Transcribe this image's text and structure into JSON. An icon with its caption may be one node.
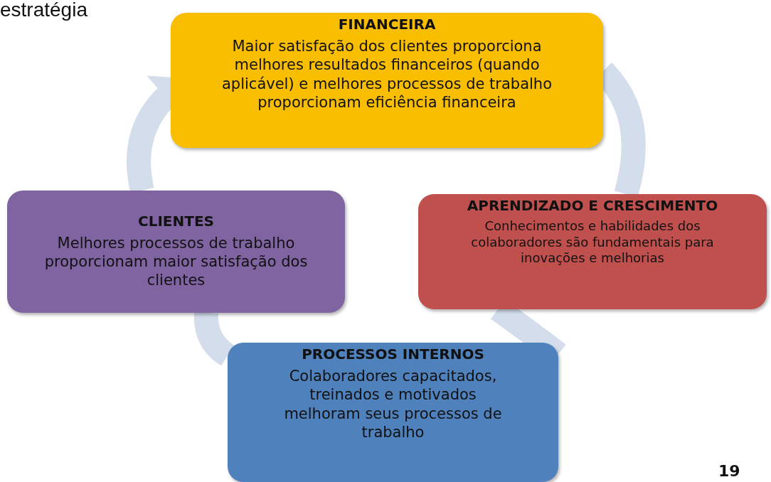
{
  "diagram": {
    "nodes": [
      {
        "text": [
          "FINANCEIRA",
          "Maior satisfação dos clientes proporciona melhores resultados financeiros (quando aplicável) e melhores processos de trabalho proporcionam eficiência financeira"
        ]
      },
      {
        "text": [
          "CLIENTES",
          "Melhores processos de trabalho proporcionam maior satisfação dos clientes"
        ]
      },
      {
        "text": [
          "APRENDIZADO E CRESCIMENTO",
          "Conhecimentos e habilidades dos colaboradores são fundamentais para inovações e melhorias"
        ]
      },
      {
        "text": [
          "PROCESSOS INTERNOS",
          "Colaboradores capacitados, treinados e motivados melhoram seus processos de trabalho"
        ]
      }
    ],
    "edges": [
      {
        "from": 1,
        "to": 0,
        "arrow": "to"
      },
      {
        "from": 0,
        "to": 2,
        "arrow": "none"
      },
      {
        "from": 2,
        "to": 3,
        "arrow": "none"
      },
      {
        "from": 3,
        "to": 1,
        "arrow": "none"
      }
    ],
    "labels": [
      "estratégia",
      "19"
    ]
  }
}
